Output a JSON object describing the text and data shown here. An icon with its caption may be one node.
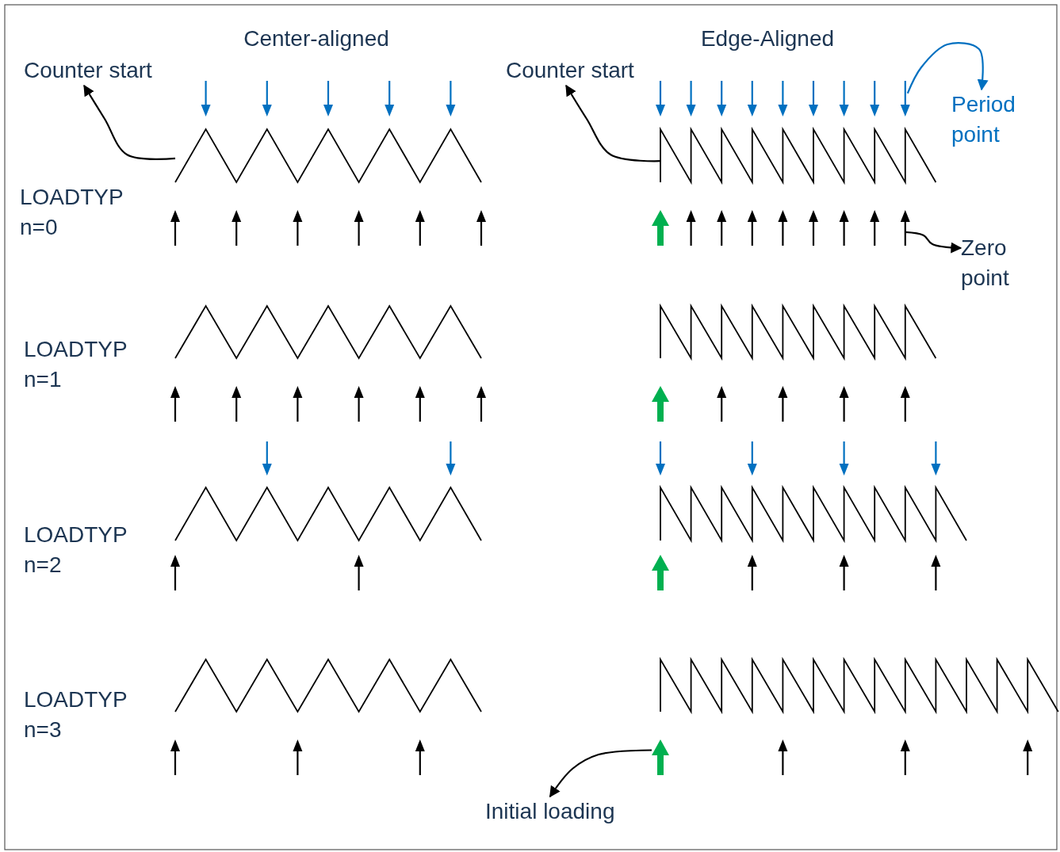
{
  "diagram": {
    "nodes": [
      {
        "text": [
          "Counter start"
        ]
      },
      {
        "text": [],
        "shape": "waveform"
      },
      {
        "text": [
          "Counter start"
        ]
      },
      {
        "text": [],
        "shape": "waveform"
      },
      {
        "text": [
          "Period point"
        ]
      },
      {
        "text": [],
        "shape": "arrow"
      },
      {
        "text": [
          "Zero point"
        ]
      },
      {
        "text": [],
        "shape": "arrow"
      },
      {
        "text": [
          "Initial loading"
        ]
      },
      {
        "text": [],
        "shape": "arrow"
      },
      {
        "text": [],
        "shape": "arrow"
      },
      {
        "text": [],
        "shape": "arrow"
      },
      {
        "text": [],
        "shape": "arrow"
      }
    ],
    "edges": [
      {
        "from": 1,
        "to": 0,
        "arrow": "to"
      },
      {
        "from": 3,
        "to": 2,
        "arrow": "to"
      },
      {
        "from": 5,
        "to": 4,
        "arrow": "to",
        "color": "#0070c0"
      },
      {
        "from": 7,
        "to": 6,
        "arrow": "to"
      },
      {
        "from": 9,
        "to": 8,
        "arrow": "to"
      }
    ],
    "labels": [
      "Center-aligned",
      "Edge-Aligned",
      "LOADTYP n=0",
      "LOADTYP n=1",
      "LOADTYP n=2",
      "LOADTYP n=3"
    ]
  }
}
